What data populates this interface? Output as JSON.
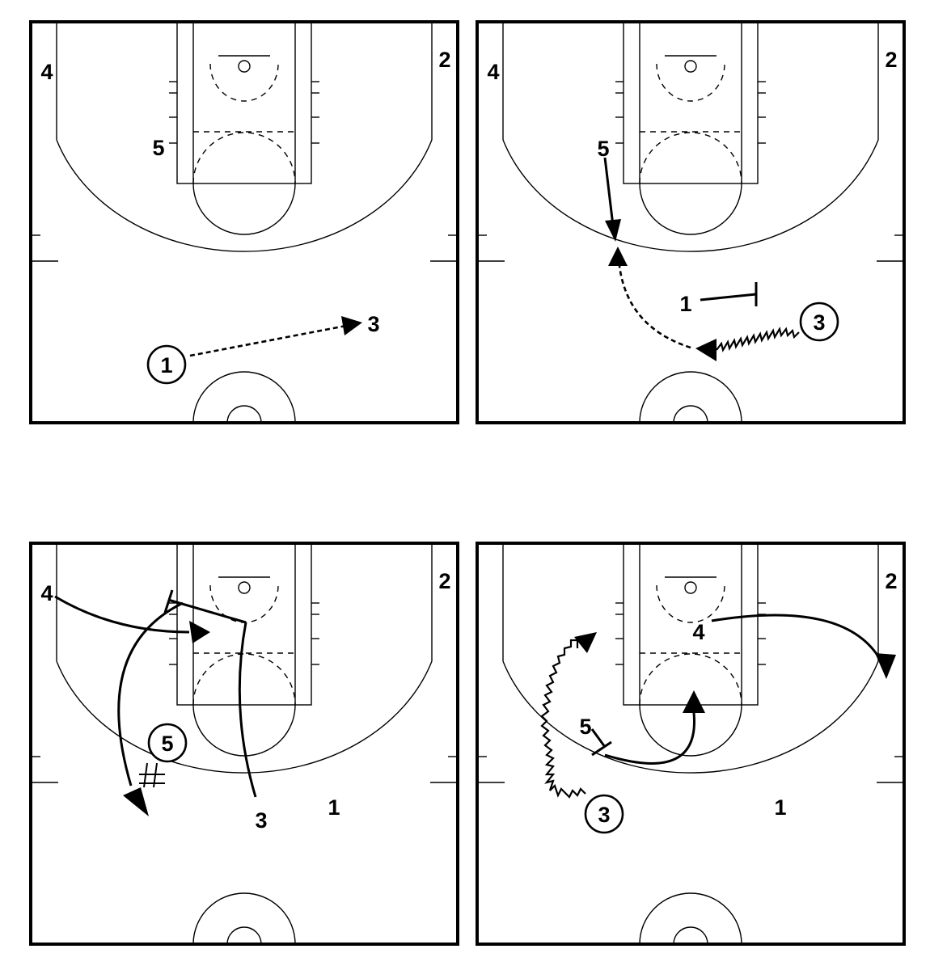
{
  "diagram": {
    "panels": [
      {
        "id": "panel-1",
        "players": [
          {
            "label": "4",
            "has_ball": false
          },
          {
            "label": "2",
            "has_ball": false
          },
          {
            "label": "5",
            "has_ball": false
          },
          {
            "label": "3",
            "has_ball": false
          },
          {
            "label": "1",
            "has_ball": true
          }
        ],
        "actions": [
          {
            "type": "pass",
            "from": "1",
            "to": "3"
          }
        ]
      },
      {
        "id": "panel-2",
        "players": [
          {
            "label": "4",
            "has_ball": false
          },
          {
            "label": "2",
            "has_ball": false
          },
          {
            "label": "5",
            "has_ball": false
          },
          {
            "label": "1",
            "has_ball": false
          },
          {
            "label": "3",
            "has_ball": true
          }
        ],
        "actions": [
          {
            "type": "screen",
            "player": "1"
          },
          {
            "type": "dribble",
            "player": "3"
          },
          {
            "type": "cut",
            "player": "5"
          },
          {
            "type": "pass",
            "from": "3",
            "to": "5"
          }
        ]
      },
      {
        "id": "panel-3",
        "players": [
          {
            "label": "4",
            "has_ball": false
          },
          {
            "label": "2",
            "has_ball": false
          },
          {
            "label": "5",
            "has_ball": true
          },
          {
            "label": "3",
            "has_ball": false
          },
          {
            "label": "1",
            "has_ball": false
          }
        ],
        "actions": [
          {
            "type": "cut",
            "player": "4"
          },
          {
            "type": "screen",
            "player": "3"
          },
          {
            "type": "cut",
            "player": "3"
          },
          {
            "type": "handoff",
            "player": "5"
          }
        ]
      },
      {
        "id": "panel-4",
        "players": [
          {
            "label": "2",
            "has_ball": false
          },
          {
            "label": "4",
            "has_ball": false
          },
          {
            "label": "5",
            "has_ball": false
          },
          {
            "label": "3",
            "has_ball": true
          },
          {
            "label": "1",
            "has_ball": false
          }
        ],
        "actions": [
          {
            "type": "cut",
            "player": "4"
          },
          {
            "type": "screen",
            "player": "5"
          },
          {
            "type": "cut",
            "player": "5"
          },
          {
            "type": "dribble",
            "player": "3"
          }
        ]
      }
    ]
  }
}
